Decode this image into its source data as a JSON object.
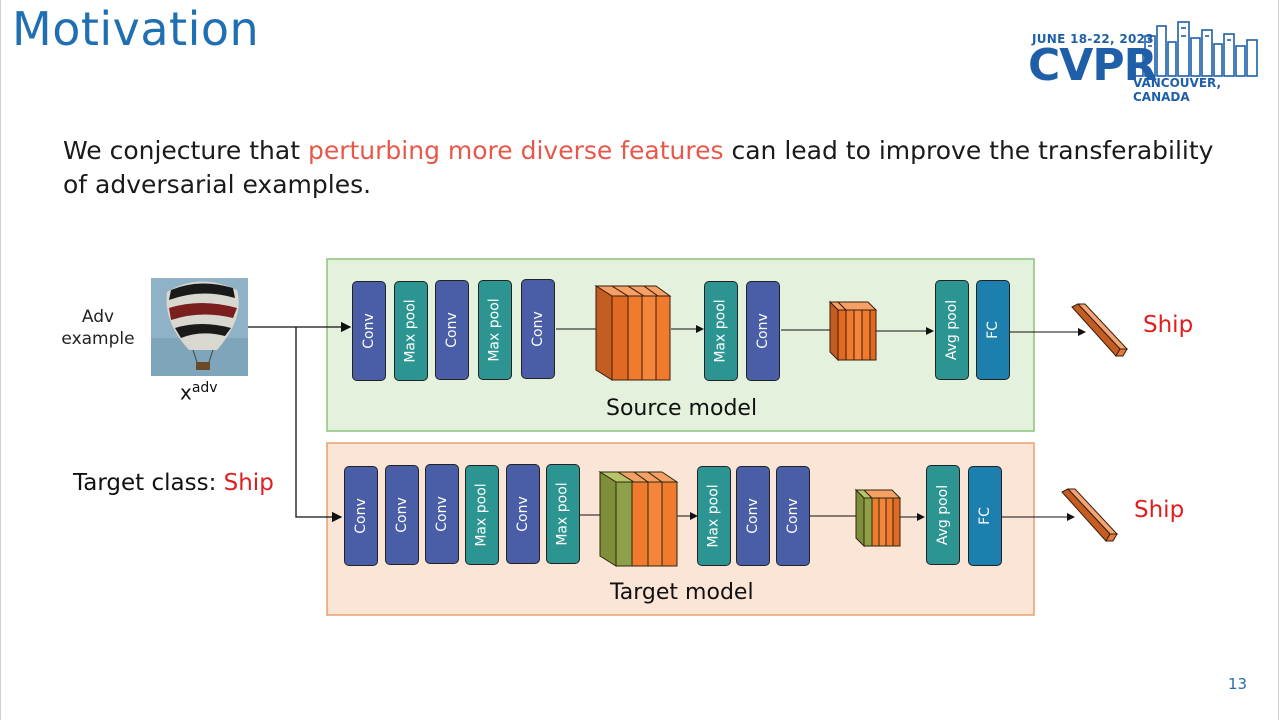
{
  "slide": {
    "title": "Motivation",
    "conjecture_before": "We conjecture that ",
    "conjecture_highlight": "perturbing more diverse features",
    "conjecture_after": " can lead to improve the transferability of adversarial examples.",
    "page_number": "13",
    "highlight_color": "#e8584a",
    "title_color": "#1f6fb2"
  },
  "logo": {
    "date": "JUNE 18-22, 2023",
    "name": "CVPR",
    "location": "VANCOUVER, CANADA"
  },
  "input": {
    "label": "Adv example",
    "symbol": "x",
    "superscript": "adv",
    "target_class_label": "Target class: ",
    "target_class_value": "Ship"
  },
  "source_model": {
    "label": "Source model",
    "output": "Ship",
    "layers": [
      "Conv",
      "Max pool",
      "Conv",
      "Max pool",
      "Conv",
      "Max pool",
      "Conv",
      "Avg pool",
      "FC"
    ]
  },
  "target_model": {
    "label": "Target model",
    "output": "Ship",
    "layers": [
      "Conv",
      "Conv",
      "Conv",
      "Max pool",
      "Conv",
      "Max pool",
      "Max pool",
      "Conv",
      "Conv",
      "Avg pool",
      "FC"
    ]
  },
  "colors": {
    "conv": "#4a5ea8",
    "pool": "#2c9591",
    "fc": "#1d7fae",
    "source_panel": "#e4f1dc",
    "target_panel": "#fbe5d6",
    "feature_orange": "#f07a2e",
    "feature_green": "#8fa04a",
    "output_red": "#e01e1e"
  }
}
